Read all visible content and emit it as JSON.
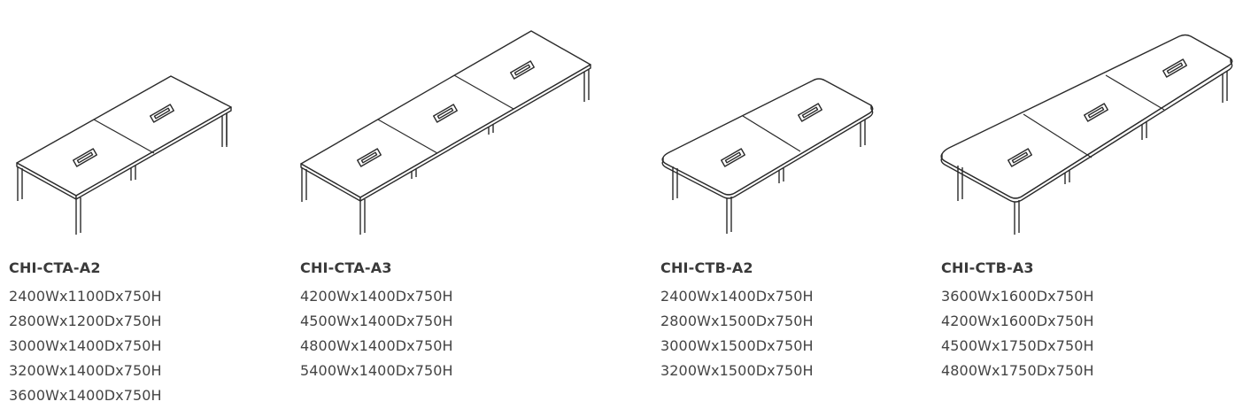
{
  "products": [
    {
      "model": "CHI-CTA-A2",
      "icon": "rectangular-2-module-conference-table-icon",
      "sizes": [
        "2400Wx1100Dx750H",
        "2800Wx1200Dx750H",
        "3000Wx1400Dx750H",
        "3200Wx1400Dx750H",
        "3600Wx1400Dx750H"
      ]
    },
    {
      "model": "CHI-CTA-A3",
      "icon": "rectangular-3-module-conference-table-icon",
      "sizes": [
        "4200Wx1400Dx750H",
        "4500Wx1400Dx750H",
        "4800Wx1400Dx750H",
        "5400Wx1400Dx750H"
      ]
    },
    {
      "model": "CHI-CTB-A2",
      "icon": "boat-shaped-2-module-conference-table-icon",
      "sizes": [
        "2400Wx1400Dx750H",
        "2800Wx1500Dx750H",
        "3000Wx1500Dx750H",
        "3200Wx1500Dx750H"
      ]
    },
    {
      "model": "CHI-CTB-A3",
      "icon": "boat-shaped-3-module-conference-table-icon",
      "sizes": [
        "3600Wx1600Dx750H",
        "4200Wx1600Dx750H",
        "4500Wx1750Dx750H",
        "4800Wx1750Dx750H"
      ]
    }
  ]
}
